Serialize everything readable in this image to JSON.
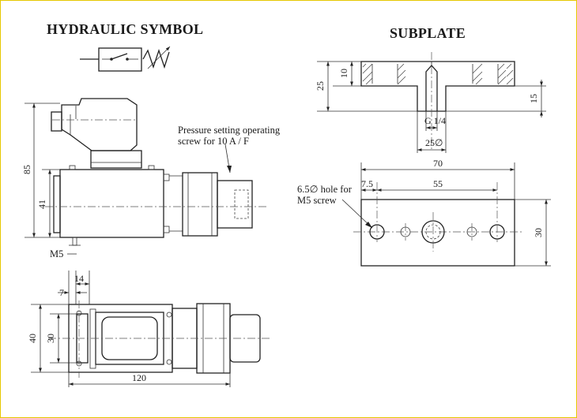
{
  "titles": {
    "hydraulic_symbol": "HYDRAULIC SYMBOL",
    "subplate": "SUBPLATE"
  },
  "notes": {
    "pressure_screw_line1": "Pressure setting operating",
    "pressure_screw_line2": "screw for 10 A / F",
    "hole_line1": "6.5∅ hole for",
    "hole_line2": "M5 screw"
  },
  "dimensions": {
    "side_height": "85",
    "side_body_height": "41",
    "drain_thread": "M5",
    "top_offset_small": "7",
    "top_offset": "14",
    "top_width_outer": "40",
    "top_width_inner": "30",
    "overall_length": "120",
    "sub_height": "25",
    "sub_flange": "10",
    "sub_right": "15",
    "port_thread": "G 1/4",
    "port_dia": "25∅",
    "plate_length": "70",
    "hole_offset": "7.5",
    "hole_spacing": "55",
    "plate_width": "30"
  },
  "colors": {
    "line": "#222222",
    "frame": "#e6c800"
  }
}
